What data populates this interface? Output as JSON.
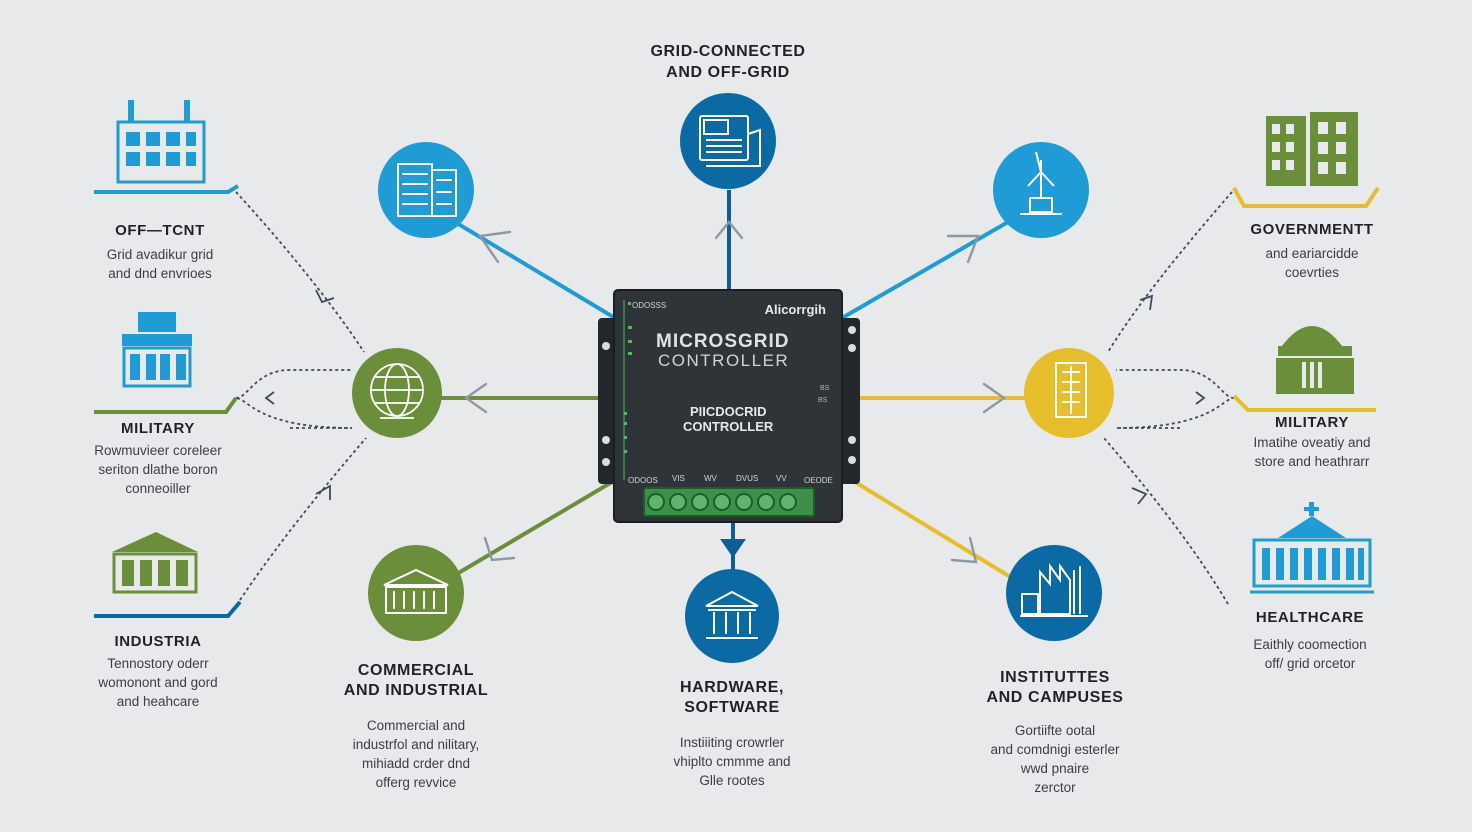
{
  "colors": {
    "background": "#e8e9eb",
    "blue": "#1f9bd6",
    "dark_blue": "#0b5e96",
    "green": "#6b8e3a",
    "yellow": "#e6bd2a",
    "controller": "#2f3439",
    "terminal": "#3d8f4a"
  },
  "top": {
    "title_lines": [
      "GRID-CONNECTED",
      "AND OFF-GRID"
    ]
  },
  "left": [
    {
      "title": "OFF—TCNT",
      "desc": [
        "Grid avadikur grid",
        "and dnd envrioes"
      ],
      "icon": "office-building-icon"
    },
    {
      "title": "MILITARY",
      "desc": [
        "Rowmuvieer coreleer",
        "seriton dlathe boron",
        "conneoiller"
      ],
      "icon": "barracks-building-icon"
    },
    {
      "title": "INDUSTRIA",
      "desc": [
        "Tennostory oderr",
        "womonont and gord",
        "and heahcare"
      ],
      "icon": "factory-building-icon"
    }
  ],
  "right": [
    {
      "title": "GOVERNMENTT",
      "desc": [
        "and eariarcidde",
        "coevrties"
      ],
      "icon": "government-building-icon"
    },
    {
      "title": "MILITARY",
      "desc": [
        "Imatihe oveatiy and",
        "store and heathrarr"
      ],
      "icon": "domed-building-icon"
    },
    {
      "title": "HEALTHCARE",
      "desc": [
        "Eaithly coomection",
        "off/ grid orcetor"
      ],
      "icon": "hospital-building-icon"
    }
  ],
  "bottom": [
    {
      "title_lines": [
        "COMMERCIAL",
        "AND INDUSTRIAL"
      ],
      "desc": [
        "Commercial and",
        "industrfol and nilitary,",
        "mihiadd crder dnd",
        "offerg revvice"
      ]
    },
    {
      "title_lines": [
        "HARDWARE,",
        "SOFTWARE"
      ],
      "desc": [
        "Instiiiting crowrler",
        "vhiplto cmmme and",
        "Glle rootes"
      ]
    },
    {
      "title_lines": [
        "INSTITUTTES",
        "AND CAMPUSES"
      ],
      "desc": [
        "Gortiifte ootal",
        "and comdnigi esterler",
        "wwd pnaire",
        "zerctor"
      ]
    }
  ],
  "controller": {
    "brand": "Alicorrgih",
    "title_line1": "MICROSGRID",
    "title_line2": "CONTROLLER",
    "label_line1": "PIICDOCRID",
    "label_line2": "CONTROLLER",
    "top_left_text": "ODOSSS",
    "terminal_labels": [
      "ODOOS",
      "VIS",
      "WV",
      "DVUS",
      "VV",
      "OEODE"
    ],
    "side_marks": [
      "BS",
      "BS"
    ]
  }
}
